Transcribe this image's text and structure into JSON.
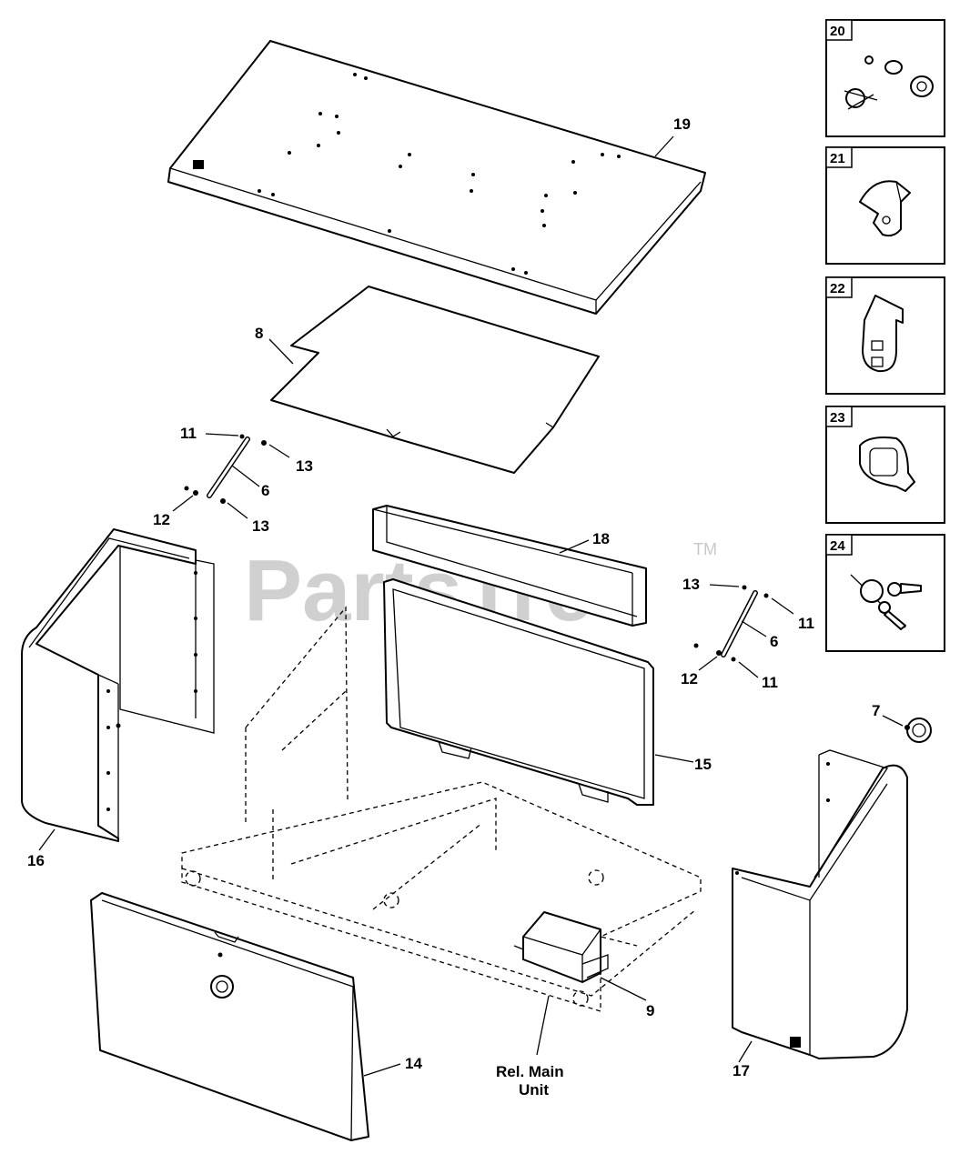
{
  "watermark": {
    "text": "PartsTree",
    "tm": "TM"
  },
  "callouts": {
    "c19": "19",
    "c8": "8",
    "c11a": "11",
    "c13a": "13",
    "c6a": "6",
    "c12a": "12",
    "c13b": "13",
    "c18": "18",
    "c13c": "13",
    "c11b": "11",
    "c6b": "6",
    "c12b": "12",
    "c11c": "11",
    "c7": "7",
    "c15": "15",
    "c16": "16",
    "c9": "9",
    "c14": "14",
    "c17": "17",
    "ref_line1": "Rel. Main",
    "ref_line2": "Unit"
  },
  "insets": [
    {
      "number": "20",
      "icon": "hardware-kit-icon"
    },
    {
      "number": "21",
      "icon": "latch-cam-icon"
    },
    {
      "number": "22",
      "icon": "latch-bracket-icon"
    },
    {
      "number": "23",
      "icon": "padlock-hasp-icon"
    },
    {
      "number": "24",
      "icon": "lock-with-keys-icon"
    }
  ]
}
